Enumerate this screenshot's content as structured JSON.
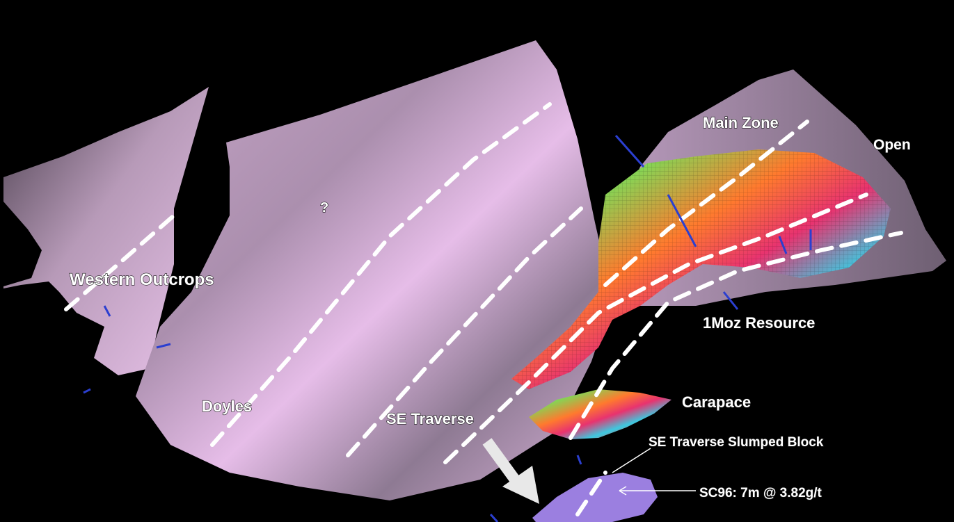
{
  "labels": {
    "main_zone": "Main Zone",
    "open": "Open",
    "question": "?",
    "western_outcrops": "Western Outcrops",
    "resource": "1Moz Resource",
    "doyles": "Doyles",
    "carapace": "Carapace",
    "se_traverse": "SE Traverse",
    "slumped_block": "SE Traverse Slumped Block",
    "sc96": "SC96: 7m @ 3.82g/t"
  },
  "colors": {
    "background": "#000000",
    "surface_pink": "#e7bde6",
    "surface_shadow": "#8f7a94",
    "trend_line": "#ffffff",
    "drillhole": "#2b3fd0",
    "slumped_block": "#9b7fe0",
    "arrow": "#e8e8e8"
  }
}
